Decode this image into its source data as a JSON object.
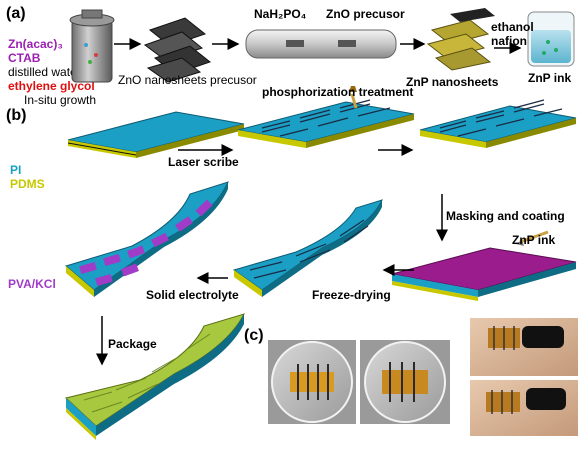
{
  "panel_a": {
    "label": "(a)",
    "reagents": [
      {
        "text": "Zn(acac)₃",
        "color": "#9b1fb3"
      },
      {
        "text": "CTAB",
        "color": "#9b1fb3"
      },
      {
        "text": "distilled water",
        "color": "#000000"
      },
      {
        "text": "ethylene glycol",
        "color": "#e01010"
      }
    ],
    "insitu": "In-situ growth",
    "zno_precursor_label": "ZnO nanosheets precusor",
    "nah2po4": "NaH₂PO₄",
    "zno_precusor": "ZnO precusor",
    "znp_nanosheets": "ZnP nanosheets",
    "ethanol": "ethanol",
    "nafion": "nafion",
    "znp_ink": "ZnP ink"
  },
  "panel_b": {
    "label": "(b)",
    "pi": "PI",
    "pdms": "PDMS",
    "pva_kcl": "PVA/KCl",
    "phosphorization": "phosphorization treatment",
    "laser_scribe": "Laser scribe",
    "masking": "Masking and coating",
    "znp_ink": "ZnP ink",
    "freeze_drying": "Freeze-drying",
    "solid_electrolyte": "Solid electrolyte",
    "package": "Package"
  },
  "panel_c": {
    "label": "(c)"
  },
  "colors": {
    "pi": "#1b9fc4",
    "pdms": "#c8c800",
    "pva": "#a03cc8",
    "znp_layer": "#9b1c8c",
    "package": "#a8c840",
    "electrode": "#1b2a44"
  }
}
